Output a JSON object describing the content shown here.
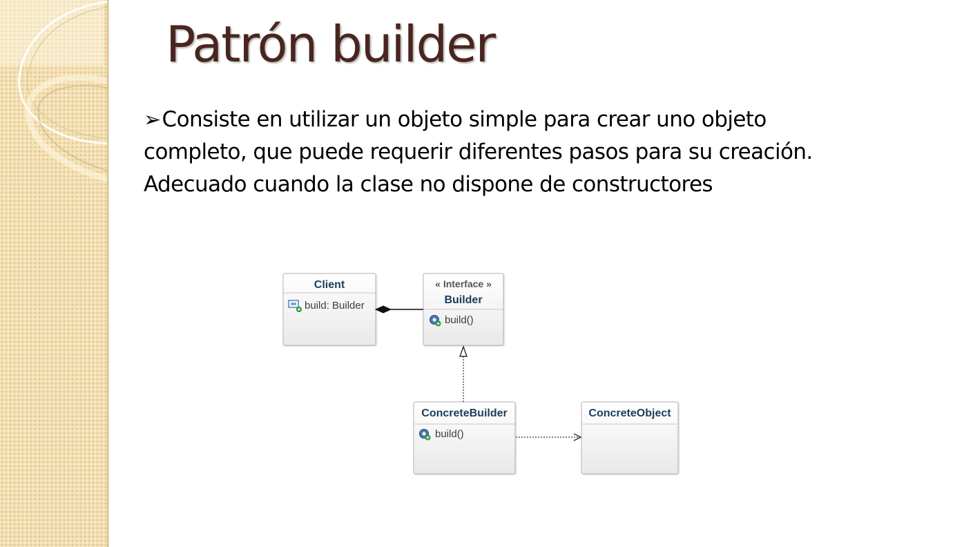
{
  "slide": {
    "title": "Patrón builder",
    "bullet_symbol": "➢",
    "body_text": "Consiste en utilizar un objeto simple para crear uno objeto completo, que puede requerir diferentes pasos para su creación. Adecuado cuando la clase no dispone de constructores",
    "colors": {
      "title": "#4a2520",
      "side_band": "#f3dfb3",
      "class_name": "#1c3c5c"
    }
  },
  "diagram": {
    "classes": {
      "client": {
        "name": "Client",
        "members": [
          "build: Builder"
        ],
        "member_icon": "field-icon"
      },
      "builder": {
        "stereotype": "« Interface »",
        "name": "Builder",
        "members": [
          "build()"
        ],
        "member_icon": "method-icon"
      },
      "concrete_builder": {
        "name": "ConcreteBuilder",
        "members": [
          "build()"
        ],
        "member_icon": "method-icon"
      },
      "concrete_object": {
        "name": "ConcreteObject",
        "members": []
      }
    },
    "relations": [
      {
        "from": "Client",
        "to": "Builder",
        "type": "composition"
      },
      {
        "from": "ConcreteBuilder",
        "to": "Builder",
        "type": "realization"
      },
      {
        "from": "ConcreteBuilder",
        "to": "ConcreteObject",
        "type": "dependency"
      }
    ]
  }
}
